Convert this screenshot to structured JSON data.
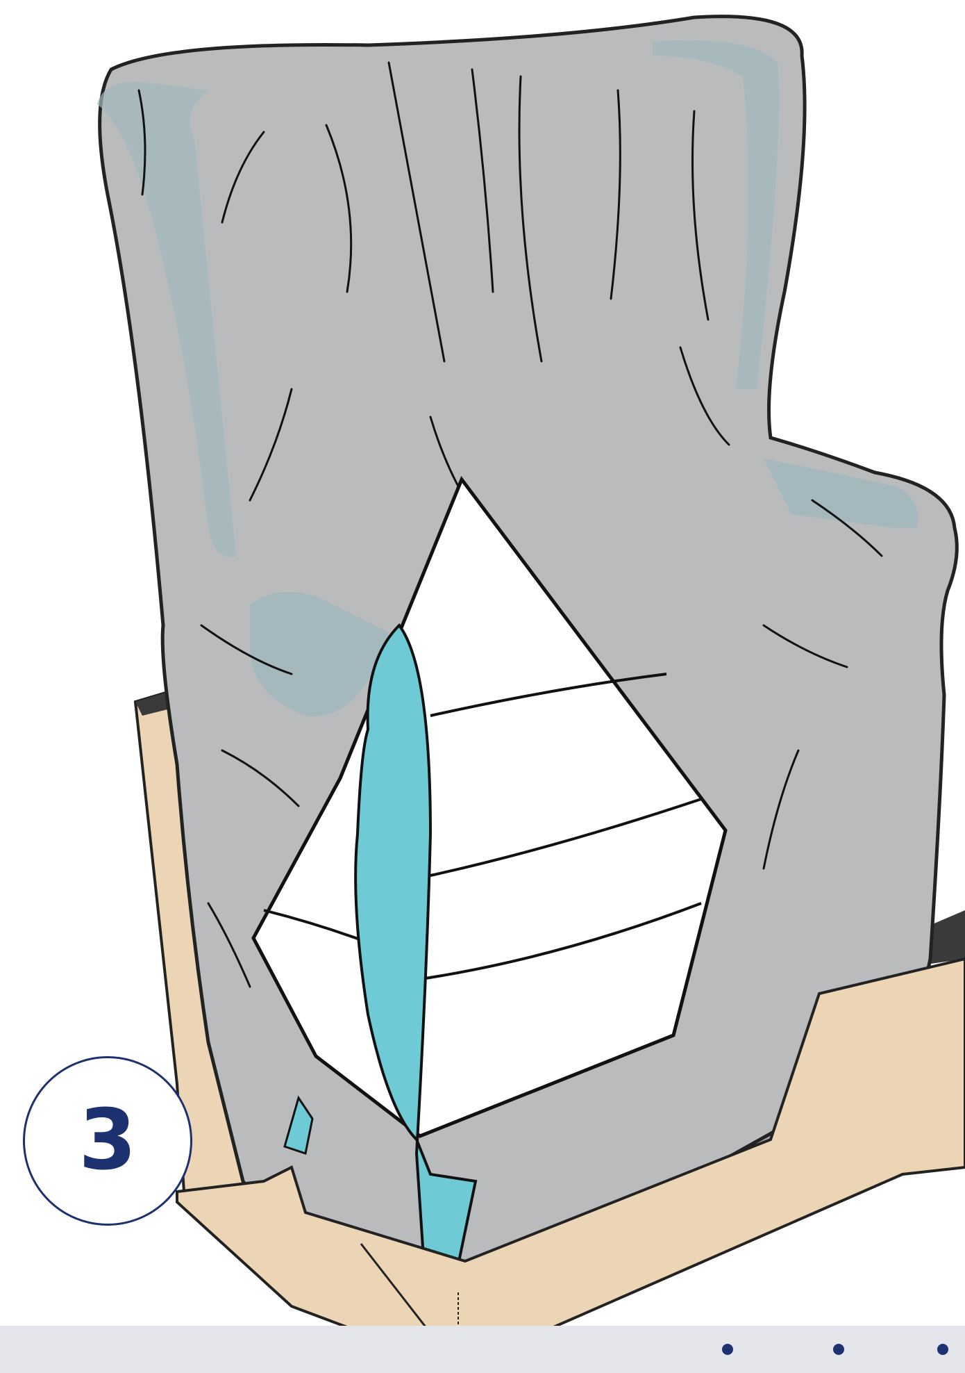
{
  "step": {
    "number": "3"
  },
  "colors": {
    "brand": "#1d3070",
    "box_cardboard": "#ecd5b5",
    "plastic_wrap": "#b7b9bb",
    "foam": "#ffffff",
    "teal_protector": "#6ecbd5",
    "footer": "#e4e5ea"
  },
  "icons": [
    "wrapped-armchair-illustration",
    "cardboard-tray-illustration",
    "step-badge-circle"
  ]
}
